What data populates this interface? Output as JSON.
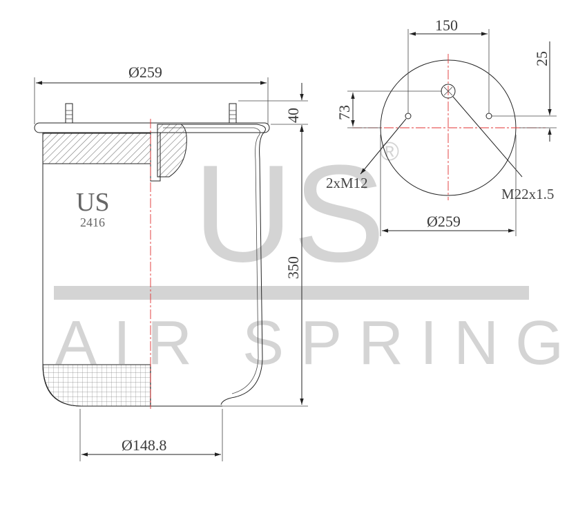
{
  "watermark": {
    "logo_text": "US",
    "registered_mark": "®",
    "tagline": "AIR SPRING",
    "color": "#d4d4d4"
  },
  "product": {
    "brand_label": "US",
    "model_number": "2416"
  },
  "side_view": {
    "top_diameter": "Ø259",
    "height": "350",
    "stud_height": "40",
    "bottom_diameter": "Ø148.8"
  },
  "top_view": {
    "bolt_spacing": "150",
    "offset_25": "25",
    "offset_73": "73",
    "bolt_thread": "2xM12",
    "center_thread": "M22x1.5",
    "plate_diameter": "Ø259"
  },
  "colors": {
    "centerline": "#e03030",
    "hatch": "#777777",
    "outline": "#222222"
  }
}
